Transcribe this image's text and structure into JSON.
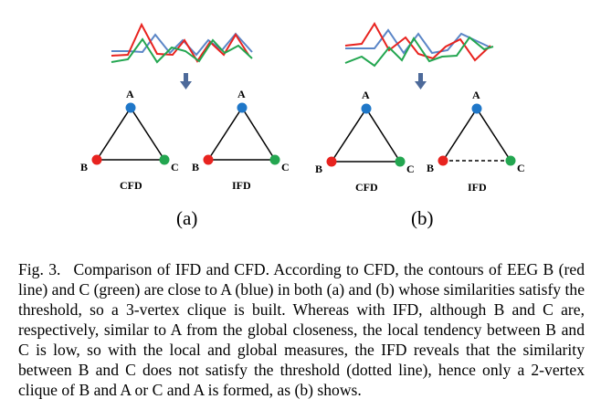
{
  "figure": {
    "colors": {
      "A": "#1f77c8",
      "B": "#e8231f",
      "C": "#23a650",
      "edge": "#000000"
    },
    "panels": [
      {
        "id": "a",
        "label": "(a)",
        "left_graph": {
          "label": "CFD",
          "nodes": [
            "A",
            "B",
            "C"
          ],
          "edges": [
            [
              "A",
              "B",
              "solid"
            ],
            [
              "A",
              "C",
              "solid"
            ],
            [
              "B",
              "C",
              "solid"
            ]
          ]
        },
        "right_graph": {
          "label": "IFD",
          "nodes": [
            "A",
            "B",
            "C"
          ],
          "edges": [
            [
              "A",
              "B",
              "solid"
            ],
            [
              "A",
              "C",
              "solid"
            ],
            [
              "B",
              "C",
              "solid"
            ]
          ]
        }
      },
      {
        "id": "b",
        "label": "(b)",
        "left_graph": {
          "label": "CFD",
          "nodes": [
            "A",
            "B",
            "C"
          ],
          "edges": [
            [
              "A",
              "B",
              "solid"
            ],
            [
              "A",
              "C",
              "solid"
            ],
            [
              "B",
              "C",
              "solid"
            ]
          ]
        },
        "right_graph": {
          "label": "IFD",
          "nodes": [
            "A",
            "B",
            "C"
          ],
          "edges": [
            [
              "A",
              "B",
              "solid"
            ],
            [
              "A",
              "C",
              "solid"
            ],
            [
              "B",
              "C",
              "dotted"
            ]
          ]
        }
      }
    ],
    "arrow_icon": "down-arrow-icon"
  },
  "caption": {
    "label": "Fig. 3.",
    "text": "Comparison of IFD and CFD. According to CFD, the contours of EEG B (red line) and C (green) are close to A (blue) in both (a) and (b) whose similarities satisfy the threshold, so a 3-vertex clique is built. Whereas with IFD, although B and C are, respectively, similar to A from the global closeness, the local tendency between B and C is low, so with the local and global measures, the IFD reveals that the similarity between B and C does not satisfy the threshold (dotted line), hence only a 2-vertex clique of B and A or C and A is formed, as (b) shows."
  }
}
